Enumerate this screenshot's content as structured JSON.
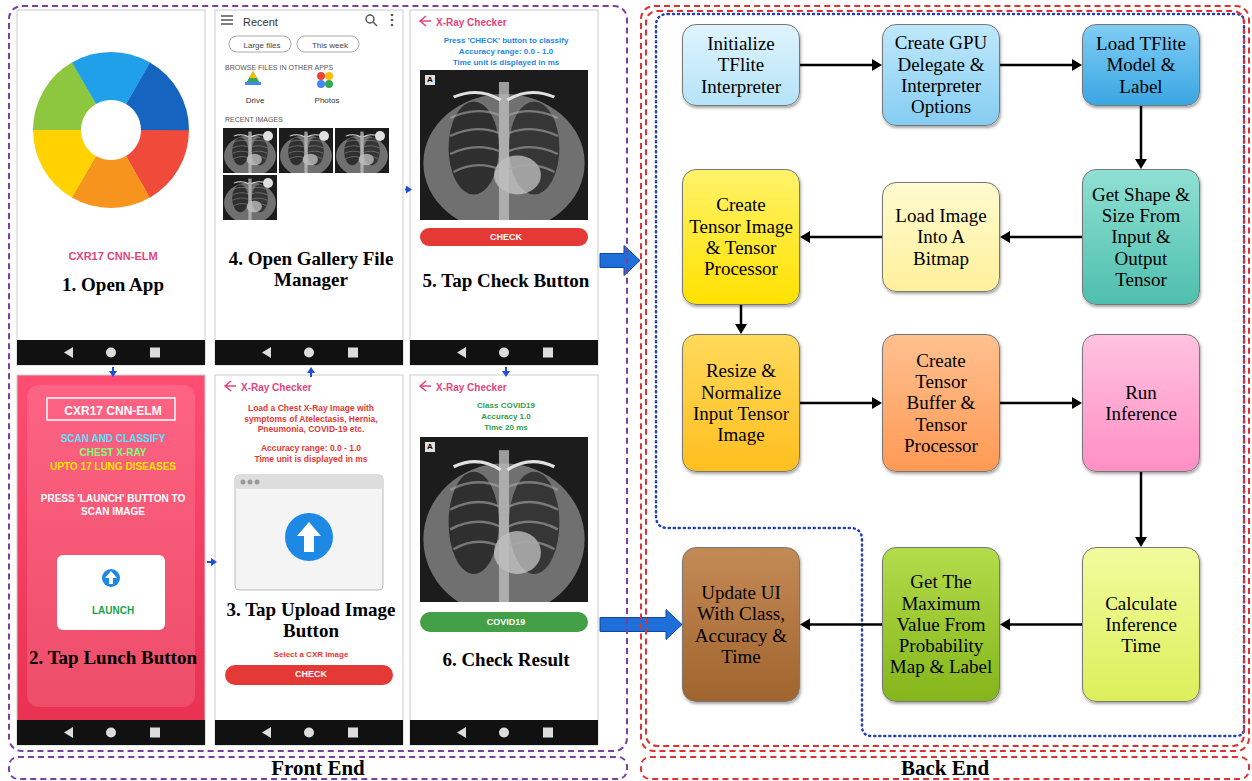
{
  "diagram": {
    "nodes": [
      {
        "text": [
          "Front End"
        ]
      },
      {
        "text": [
          "CXR17 CNN-ELM",
          "1. Open App"
        ],
        "in": 0
      },
      {
        "text": [
          "CXR17 CNN-ELM",
          "SCAN AND CLASSIFY",
          "CHEST X-RAY",
          "UPTO 17 LUNG DISEASES",
          "PRESS 'LAUNCH' BUTTON TO SCAN IMAGE",
          "LAUNCH",
          "2. Tap Lunch Button"
        ],
        "in": 0
      },
      {
        "text": [
          "X-Ray Checker",
          "Load a Chest X-Ray Image with symptoms of Atelectasis, Hernia, Pneumonia, COVID-19 etc.",
          "Accuracy range: 0.0 - 1.0",
          "Time unit is displayed in ms",
          "3. Tap Upload Image Button",
          "Select a CXR Image",
          "CHECK"
        ],
        "in": 0
      },
      {
        "text": [
          "Recent",
          "Large files",
          "This week",
          "BROWSE FILES IN OTHER APPS",
          "Drive",
          "Photos",
          "RECENT IMAGES",
          "4. Open Gallery File Manager"
        ],
        "in": 0
      },
      {
        "text": [
          "X-Ray Checker",
          "Press 'CHECK' button to classify",
          "Accuracy range: 0.0 - 1.0",
          "Time unit is displayed in ms",
          "A",
          "CHECK",
          "5. Tap Check Button"
        ],
        "in": 0
      },
      {
        "text": [
          "X-Ray Checker",
          "Class COVID19",
          "Accuracy 1.0",
          "Time 20 ms",
          "A",
          "COVID19",
          "6. Check Result"
        ],
        "in": 0
      },
      {
        "text": [
          "Back End"
        ]
      },
      {
        "text": [
          "Initialize TFlite Interpreter"
        ],
        "in": 7
      },
      {
        "text": [
          "Create GPU Delegate & Interpreter Options"
        ],
        "in": 7
      },
      {
        "text": [
          "Load TFlite Model & Label"
        ],
        "in": 7
      },
      {
        "text": [
          "Get Shape & Size From Input & Output Tensor"
        ],
        "in": 7
      },
      {
        "text": [
          "Load Image Into A Bitmap"
        ],
        "in": 7
      },
      {
        "text": [
          "Create Tensor Image & Tensor Processor"
        ],
        "in": 7
      },
      {
        "text": [
          "Resize & Normalize Input Tensor Image"
        ],
        "in": 7
      },
      {
        "text": [
          "Create Tensor Buffer & Tensor Processor"
        ],
        "in": 7
      },
      {
        "text": [
          "Run Inference"
        ],
        "in": 7
      },
      {
        "text": [
          "Calculate Inference Time"
        ],
        "in": 7
      },
      {
        "text": [
          "Get The Maximum Value From Probability Map & Label"
        ],
        "in": 7
      },
      {
        "text": [
          "Update UI With Class, Accuracy & Time"
        ],
        "in": 7
      }
    ],
    "edges": [
      {
        "from": 1,
        "to": 2,
        "arrow": "to"
      },
      {
        "from": 2,
        "to": 3,
        "arrow": "to"
      },
      {
        "from": 3,
        "to": 4,
        "arrow": "to"
      },
      {
        "from": 4,
        "to": 5,
        "arrow": "to"
      },
      {
        "from": 5,
        "to": 6,
        "arrow": "to"
      },
      {
        "from": 5,
        "to": 7,
        "arrow": "to"
      },
      {
        "from": 6,
        "to": 19,
        "arrow": "to"
      },
      {
        "from": 8,
        "to": 9,
        "arrow": "to"
      },
      {
        "from": 9,
        "to": 10,
        "arrow": "to"
      },
      {
        "from": 10,
        "to": 11,
        "arrow": "to"
      },
      {
        "from": 11,
        "to": 12,
        "arrow": "to"
      },
      {
        "from": 12,
        "to": 13,
        "arrow": "to"
      },
      {
        "from": 13,
        "to": 14,
        "arrow": "to"
      },
      {
        "from": 14,
        "to": 15,
        "arrow": "to"
      },
      {
        "from": 15,
        "to": 16,
        "arrow": "to"
      },
      {
        "from": 16,
        "to": 17,
        "arrow": "to"
      },
      {
        "from": 17,
        "to": 18,
        "arrow": "to"
      },
      {
        "from": 18,
        "to": 19,
        "arrow": "to"
      }
    ]
  }
}
